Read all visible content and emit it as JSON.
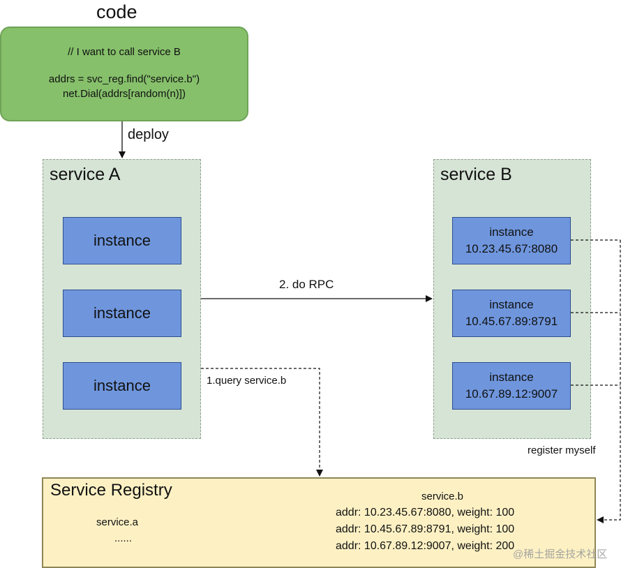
{
  "code": {
    "title": "code",
    "comment": "// I want to call service B",
    "line1": "addrs = svc_reg.find(\"service.b\")",
    "line2": "net.Dial(addrs[random(n)])"
  },
  "deploy_label": "deploy",
  "service_a": {
    "title": "service A",
    "instances": [
      {
        "label": "instance"
      },
      {
        "label": "instance"
      },
      {
        "label": "instance"
      }
    ]
  },
  "service_b": {
    "title": "service B",
    "instances": [
      {
        "label": "instance",
        "addr": "10.23.45.67:8080"
      },
      {
        "label": "instance",
        "addr": "10.45.67.89:8791"
      },
      {
        "label": "instance",
        "addr": "10.67.89.12:9007"
      }
    ]
  },
  "edges": {
    "do_rpc": "2. do RPC",
    "query": "1.query service.b",
    "register": "register myself"
  },
  "registry": {
    "title": "Service Registry",
    "service_a": "service.a",
    "service_a_more": "......",
    "service_b": "service.b",
    "service_b_entries": [
      "addr: 10.23.45.67:8080, weight: 100",
      "addr: 10.45.67.89:8791, weight: 100",
      "addr: 10.67.89.12:9007, weight: 200"
    ]
  },
  "watermark": "@稀土掘金技术社区",
  "colors": {
    "code_box": "#86c06b",
    "service_container": "#d6e4d6",
    "instance": "#6f96dd",
    "registry": "#fdf1c4"
  }
}
